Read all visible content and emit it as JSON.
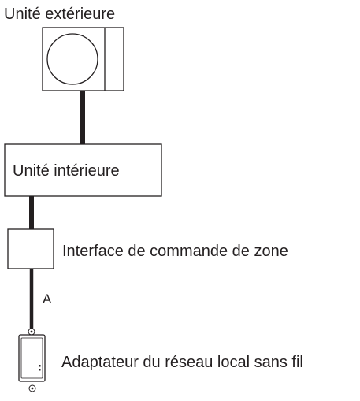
{
  "diagram": {
    "outdoor_unit": {
      "label": "Unité extérieure"
    },
    "indoor_unit": {
      "label": "Unité intérieure"
    },
    "zone_interface": {
      "label": "Interface de commande de zone"
    },
    "cable": {
      "label": "A"
    },
    "wlan_adapter": {
      "label": "Adaptateur du réseau local sans fil"
    }
  }
}
